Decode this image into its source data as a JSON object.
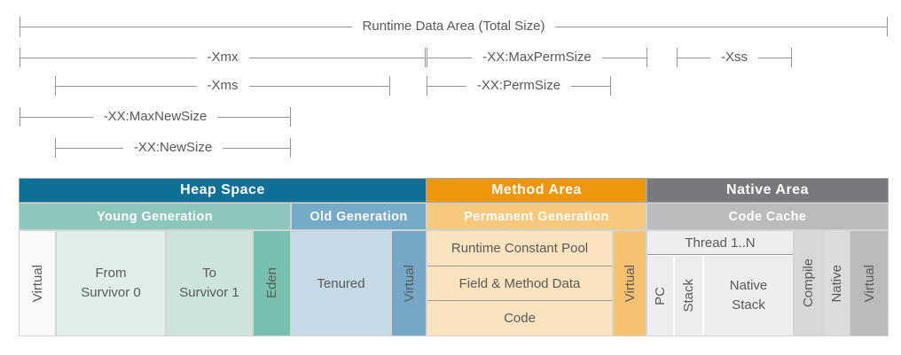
{
  "rulers": [
    {
      "label": "Runtime Data Area (Total Size)"
    },
    {
      "label": "-Xmx"
    },
    {
      "label": "-XX:MaxPermSize"
    },
    {
      "label": "-Xss"
    },
    {
      "label": "-Xms"
    },
    {
      "label": "-XX:PermSize"
    },
    {
      "label": "-XX:MaxNewSize"
    },
    {
      "label": "-XX:NewSize"
    }
  ],
  "diagram": {
    "heap": {
      "title": "Heap Space",
      "young": {
        "title": "Young Generation",
        "virtual": "Virtual",
        "from_survivor": "From Survivor 0",
        "to_survivor": "To Survivor 1",
        "eden": "Eden"
      },
      "old": {
        "title": "Old Generation",
        "tenured": "Tenured",
        "virtual": "Virtual"
      }
    },
    "method": {
      "title": "Method Area",
      "perm": {
        "title": "Permanent Generation",
        "rows": [
          "Runtime Constant Pool",
          "Field & Method Data",
          "Code"
        ],
        "virtual": "Virtual"
      }
    },
    "native": {
      "title": "Native Area",
      "code_cache": {
        "title": "Code Cache",
        "thread": {
          "title": "Thread 1..N",
          "pc": "PC",
          "stack": "Stack",
          "native_stack": "Native Stack"
        },
        "compile": "Compile",
        "native": "Native",
        "virtual": "Virtual"
      }
    }
  },
  "colors": {
    "ruler_line": "#939598",
    "label_text": "#58595b",
    "heap_header": "#0f7097",
    "young_gen": "#8cc6bd",
    "old_gen": "#76aac9",
    "method_header": "#f0960a",
    "perm_gen": "#f7c97e",
    "native_header": "#77797c",
    "code_cache": "#b9bbbd",
    "virtual_white": "#f7faf8",
    "from_survivor": "#e2efe9",
    "to_survivor": "#cde4dc",
    "eden": "#77c0b0",
    "tenured": "#c5d9e7",
    "virtual_steel": "#76a7c6",
    "perm_cell": "#fae3bd",
    "virtual_orange": "#f6c170",
    "thread_cell": "#ededee",
    "compile_cell": "#d6d7d8",
    "native_cell": "#dcdcdd",
    "virtual_gray": "#b9bbbd"
  }
}
